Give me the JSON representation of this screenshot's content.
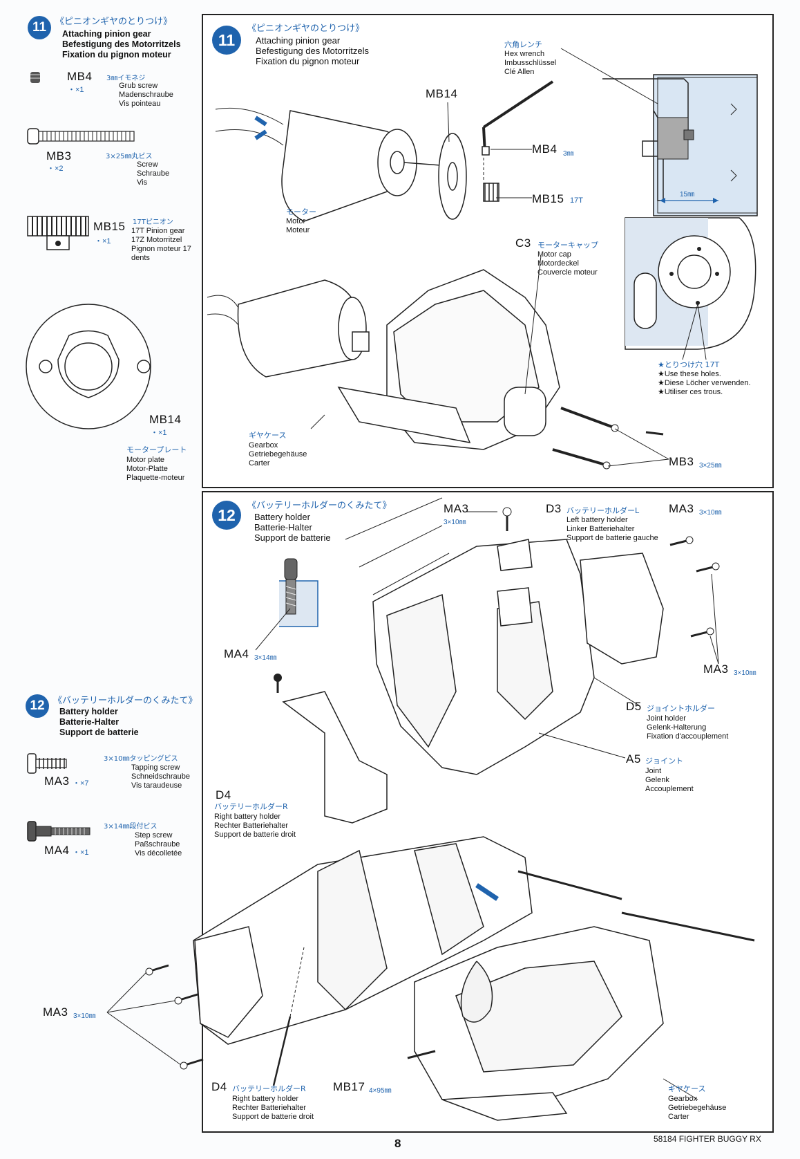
{
  "sidebar": {
    "step11": {
      "number": "11",
      "jp_title": "《ピニオンギヤのとりつけ》",
      "title_en": "Attaching pinion gear",
      "title_de": "Befestigung des Motorritzels",
      "title_fr": "Fixation du pignon moteur",
      "parts": [
        {
          "code": "MB4",
          "qty": "・×1",
          "jp": "3㎜イモネジ",
          "en": "Grub screw",
          "de": "Madenschraube",
          "fr": "Vis pointeau"
        },
        {
          "code": "MB3",
          "qty": "・×2",
          "jp": "3×25㎜丸ビス",
          "en": "Screw",
          "de": "Schraube",
          "fr": "Vis"
        },
        {
          "code": "MB15",
          "qty": "・×1",
          "jp": "17Tピニオン",
          "en": "17T Pinion gear",
          "de": "17Z Motorritzel",
          "fr": "Pignon moteur 17 dents"
        },
        {
          "code": "MB14",
          "qty": "・×1",
          "jp": "モータープレート",
          "en": "Motor plate",
          "de": "Motor-Platte",
          "fr": "Plaquette-moteur"
        }
      ]
    },
    "step12": {
      "number": "12",
      "jp_title": "《バッテリーホルダーのくみたて》",
      "title_en": "Battery holder",
      "title_de": "Batterie-Halter",
      "title_fr": "Support de batterie",
      "parts": [
        {
          "code": "MA3",
          "qty": "・×7",
          "jp": "3×10㎜タッピングビス",
          "en": "Tapping screw",
          "de": "Schneidschraube",
          "fr": "Vis taraudeuse"
        },
        {
          "code": "MA4",
          "qty": "・×1",
          "jp": "3×14㎜段付ビス",
          "en": "Step screw",
          "de": "Paßschraube",
          "fr": "Vis décolletée"
        }
      ]
    }
  },
  "panel11": {
    "number": "11",
    "jp_title": "《ピニオンギヤのとりつけ》",
    "title_en": "Attaching pinion gear",
    "title_de": "Befestigung des Motorritzels",
    "title_fr": "Fixation du pignon moteur",
    "hex": {
      "jp": "六角レンチ",
      "en": "Hex wrench",
      "de": "Imbusschlüssel",
      "fr": "Clé Allen"
    },
    "mb14": "MB14",
    "mb4": {
      "code": "MB4",
      "dim": "3㎜"
    },
    "mb15": {
      "code": "MB15",
      "dim": "17T"
    },
    "motor": {
      "jp": "モーター",
      "en": "Motor",
      "fr": "Moteur"
    },
    "c3": {
      "code": "C3",
      "jp": "モーターキャップ",
      "en": "Motor cap",
      "de": "Motordeckel",
      "fr": "Couvercle moteur"
    },
    "gap": "15㎜",
    "holes": {
      "jp": "★とりつけ穴 17T",
      "en": "★Use these holes.",
      "de": "★Diese Löcher verwenden.",
      "fr": "★Utiliser ces trous."
    },
    "gearbox": {
      "jp": "ギヤケース",
      "en": "Gearbox",
      "de": "Getriebegehäuse",
      "fr": "Carter"
    },
    "mb3": {
      "code": "MB3",
      "dim": "3×25㎜"
    }
  },
  "panel12": {
    "number": "12",
    "jp_title": "《バッテリーホルダーのくみたて》",
    "title_en": "Battery holder",
    "title_de": "Batterie-Halter",
    "title_fr": "Support de batterie",
    "ma3_top": {
      "code": "MA3",
      "dim": "3×10㎜"
    },
    "d3": {
      "code": "D3",
      "jp": "バッテリーホルダーL",
      "en": "Left battery holder",
      "de": "Linker Batteriehalter",
      "fr": "Support de batterie gauche"
    },
    "ma3_right": {
      "code": "MA3",
      "dim": "3×10㎜"
    },
    "ma3_right2": {
      "code": "MA3",
      "dim": "3×10㎜"
    },
    "ma4": {
      "code": "MA4",
      "dim": "3×14㎜"
    },
    "d5": {
      "code": "D5",
      "jp": "ジョイントホルダー",
      "en": "Joint holder",
      "de": "Gelenk-Halterung",
      "fr": "Fixation d'accouplement"
    },
    "a5": {
      "code": "A5",
      "jp": "ジョイント",
      "en": "Joint",
      "de": "Gelenk",
      "fr": "Accouplement"
    },
    "d4_top": {
      "code": "D4",
      "jp": "バッテリーホルダーR",
      "en": "Right battery holder",
      "de": "Rechter Batteriehalter",
      "fr": "Support de batterie droit"
    },
    "ma3_left": {
      "code": "MA3",
      "dim": "3×10㎜"
    },
    "d4_bottom": {
      "code": "D4",
      "jp": "バッテリーホルダーR",
      "en": "Right battery holder",
      "de": "Rechter Batteriehalter",
      "fr": "Support de batterie droit"
    },
    "mb17": {
      "code": "MB17",
      "dim": "4×95㎜"
    },
    "gearbox": {
      "jp": "ギヤケース",
      "en": "Gearbox",
      "de": "Getriebegehäuse",
      "fr": "Carter"
    }
  },
  "footer": {
    "page": "8",
    "model": "58184 FIGHTER BUGGY RX"
  }
}
